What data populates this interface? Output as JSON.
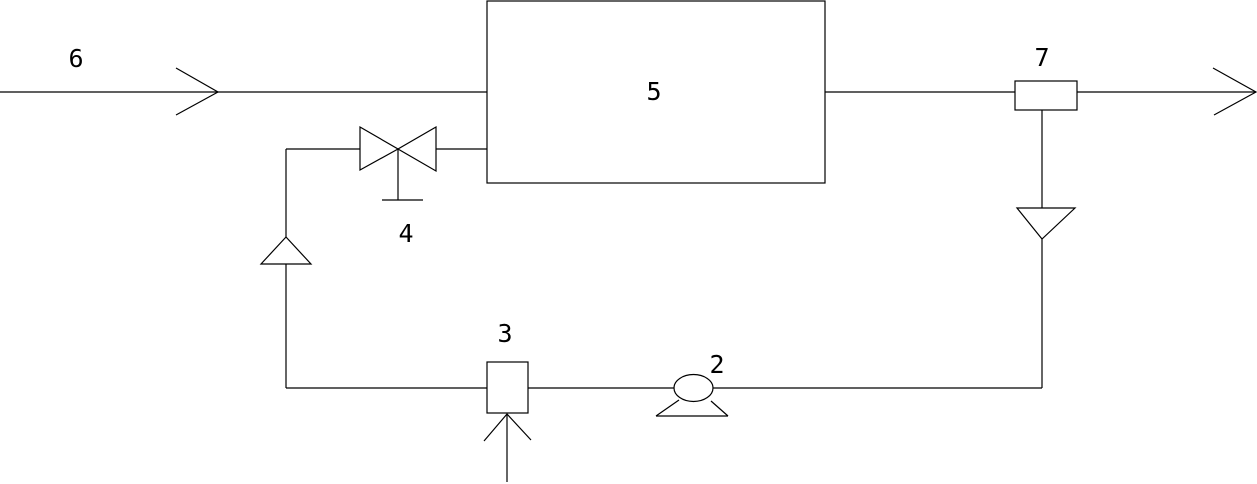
{
  "diagram": {
    "background_color": "#ffffff",
    "line_color": "#000000",
    "components": {
      "component_2": {
        "label": "2"
      },
      "component_3": {
        "label": "3"
      },
      "component_4": {
        "label": "4"
      },
      "component_5": {
        "label": "5"
      },
      "component_6": {
        "label": "6"
      },
      "component_7": {
        "label": "7"
      }
    }
  }
}
